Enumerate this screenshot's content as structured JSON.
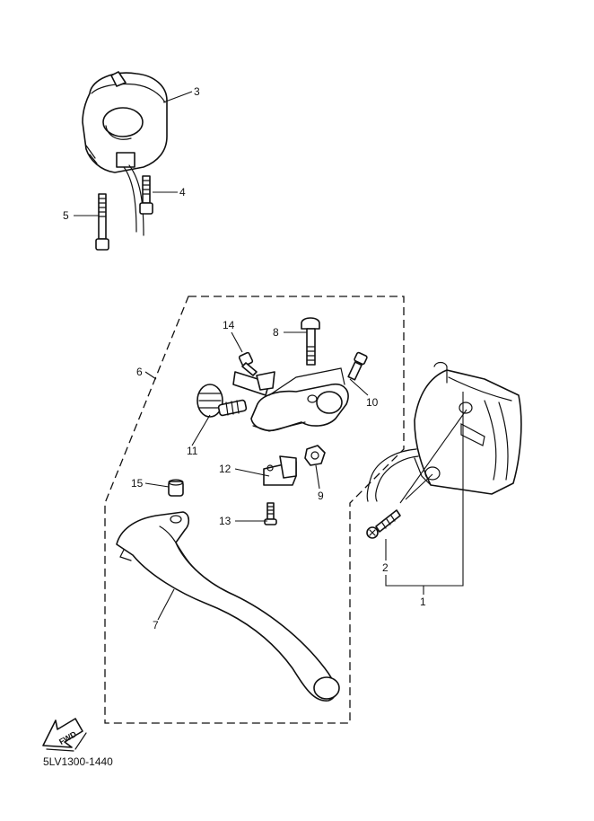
{
  "diagram": {
    "callouts": [
      "1",
      "2",
      "3",
      "4",
      "5",
      "6",
      "7",
      "8",
      "9",
      "10",
      "11",
      "12",
      "13",
      "14",
      "15"
    ],
    "fwd_label": "FWD",
    "drawing_code": "5LV1300-1440"
  }
}
